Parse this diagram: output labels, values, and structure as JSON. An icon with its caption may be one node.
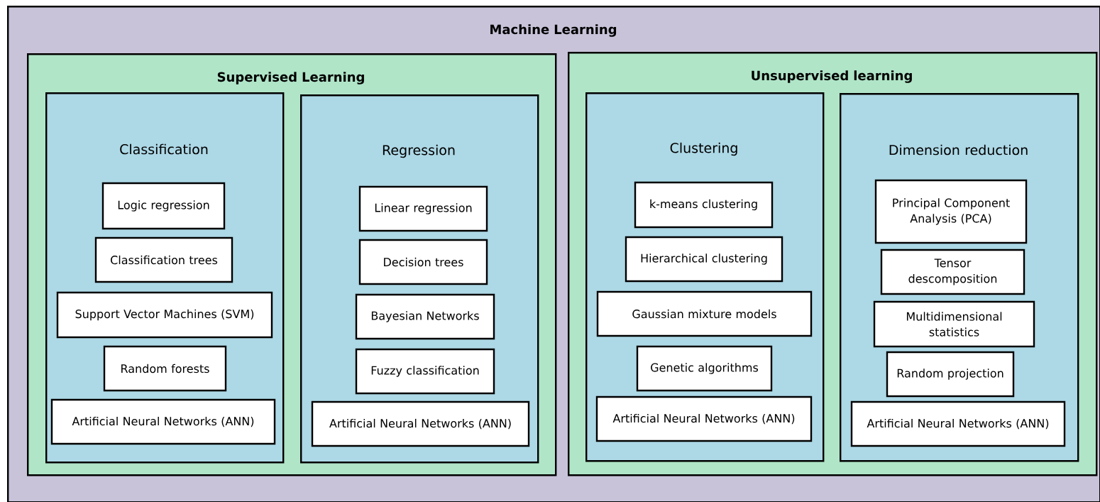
{
  "diagram": {
    "nodes": [
      {
        "text": [
          "Machine Learning"
        ]
      },
      {
        "text": [
          "Supervised Learning"
        ],
        "in": 0
      },
      {
        "text": [
          "Classification"
        ],
        "in": 1
      },
      {
        "text": [
          "Logic regression"
        ],
        "in": 2
      },
      {
        "text": [
          "Classification trees"
        ],
        "in": 2
      },
      {
        "text": [
          "Support Vector Machines (SVM)"
        ],
        "in": 2
      },
      {
        "text": [
          "Random forests"
        ],
        "in": 2
      },
      {
        "text": [
          "Artificial Neural Networks (ANN)"
        ],
        "in": 2
      },
      {
        "text": [
          "Regression"
        ],
        "in": 1
      },
      {
        "text": [
          "Linear regression"
        ],
        "in": 8
      },
      {
        "text": [
          "Decision trees"
        ],
        "in": 8
      },
      {
        "text": [
          "Bayesian Networks"
        ],
        "in": 8
      },
      {
        "text": [
          "Fuzzy classification"
        ],
        "in": 8
      },
      {
        "text": [
          "Artificial Neural Networks (ANN)"
        ],
        "in": 8
      },
      {
        "text": [
          "Unsupervised learning"
        ],
        "in": 0
      },
      {
        "text": [
          "Clustering"
        ],
        "in": 14
      },
      {
        "text": [
          "k-means clustering"
        ],
        "in": 15
      },
      {
        "text": [
          "Hierarchical clustering"
        ],
        "in": 15
      },
      {
        "text": [
          "Gaussian mixture models"
        ],
        "in": 15
      },
      {
        "text": [
          "Genetic algorithms"
        ],
        "in": 15
      },
      {
        "text": [
          "Artificial Neural Networks (ANN)"
        ],
        "in": 15
      },
      {
        "text": [
          "Dimension reduction"
        ],
        "in": 14
      },
      {
        "text": [
          "Principal Component Analysis (PCA)"
        ],
        "in": 21
      },
      {
        "text": [
          "Tensor descomposition"
        ],
        "in": 21
      },
      {
        "text": [
          "Multidimensional statistics"
        ],
        "in": 21
      },
      {
        "text": [
          "Random projection"
        ],
        "in": 21
      },
      {
        "text": [
          "Artificial Neural Networks (ANN)"
        ],
        "in": 21
      }
    ]
  }
}
